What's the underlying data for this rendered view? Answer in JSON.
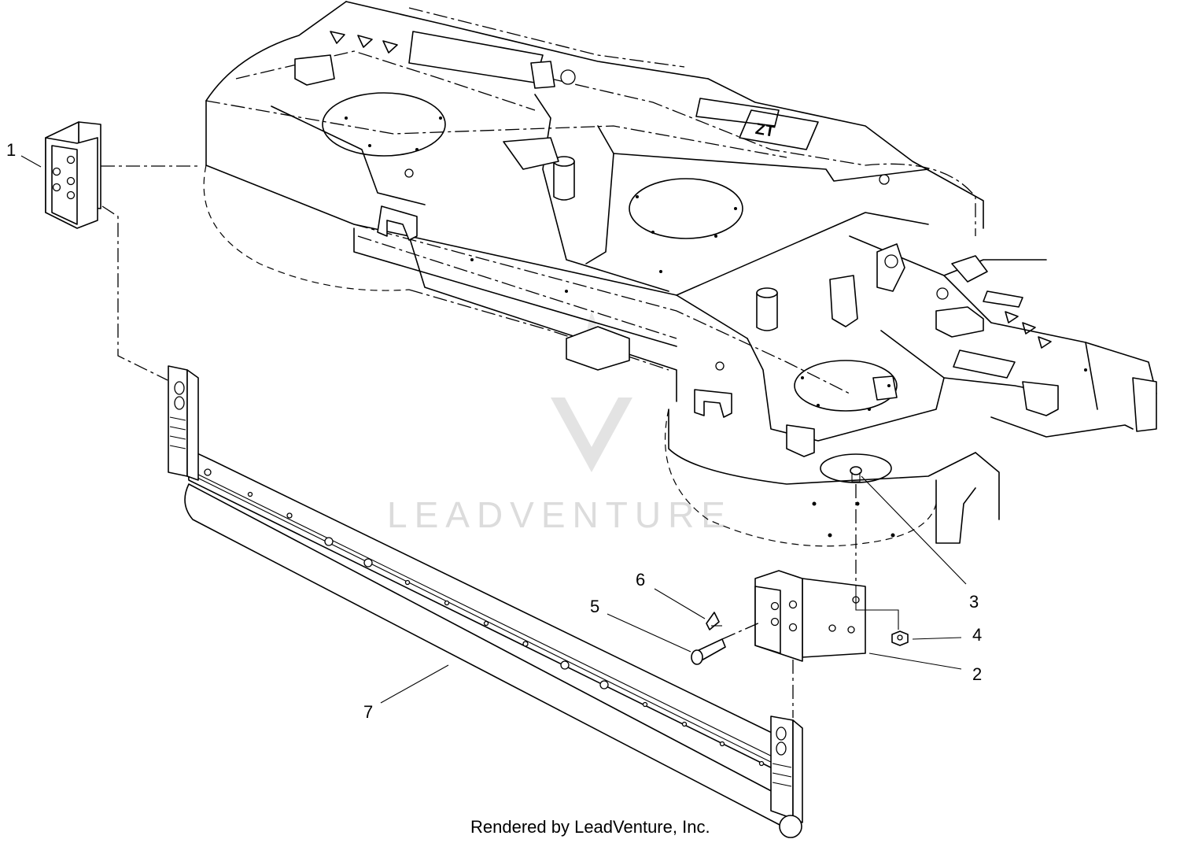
{
  "callouts": [
    {
      "id": "1",
      "label": "1"
    },
    {
      "id": "2",
      "label": "2"
    },
    {
      "id": "3",
      "label": "3"
    },
    {
      "id": "4",
      "label": "4"
    },
    {
      "id": "5",
      "label": "5"
    },
    {
      "id": "6",
      "label": "6"
    },
    {
      "id": "7",
      "label": "7"
    }
  ],
  "deck_decal": "ZT",
  "watermark": "LEADVENTURE",
  "credit": "Rendered by LeadVenture, Inc."
}
